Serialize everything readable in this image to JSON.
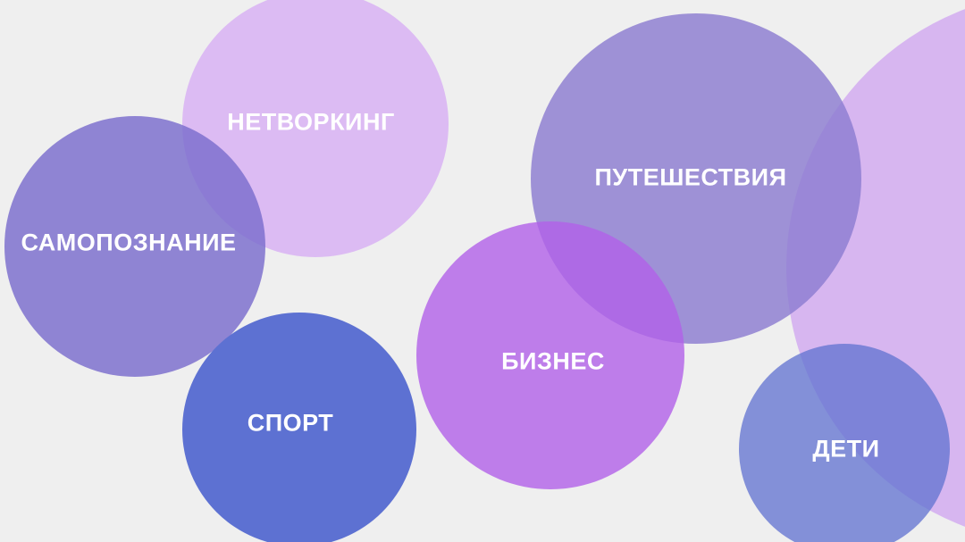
{
  "topics": {
    "samopoznanie": {
      "label": "САМОПОЗНАНИЕ",
      "color": "#8c80d6"
    },
    "networking": {
      "label": "НЕТВОРКИНГ",
      "color": "#dbb9f4"
    },
    "sport": {
      "label": "СПОРТ",
      "color": "#5d71d2"
    },
    "business": {
      "label": "БИЗНЕС",
      "color": "#bb75ea"
    },
    "travel": {
      "label": "ПУТЕШЕСТВИЯ",
      "color": "#998bd8"
    },
    "kids": {
      "label": "ДЕТИ",
      "color": "#7b83d9"
    },
    "large": {
      "color": "#d9b8f3"
    }
  },
  "background": "#efefef"
}
